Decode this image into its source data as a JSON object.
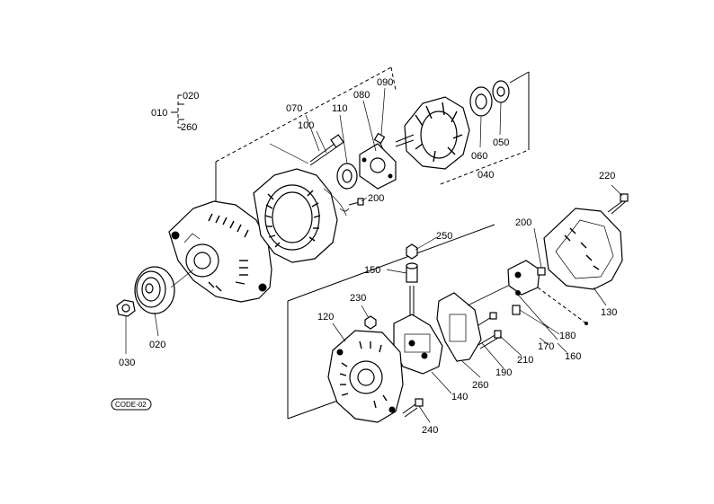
{
  "diagram": {
    "labels": {
      "p010": "010",
      "p020a": "020",
      "p260a": "260",
      "p070": "070",
      "p100": "100",
      "p110": "110",
      "p080": "080",
      "p090": "090",
      "p050": "050",
      "p060": "060",
      "p040": "040",
      "p200a": "200",
      "p220": "220",
      "p200b": "200",
      "p250": "250",
      "p150": "150",
      "p230": "230",
      "p120": "120",
      "p020b": "020",
      "p030": "030",
      "p130": "130",
      "p180": "180",
      "p170": "170",
      "p160": "160",
      "p210": "210",
      "p190": "190",
      "p260b": "260",
      "p140": "140",
      "p240": "240"
    },
    "stamp": "CODE-02"
  }
}
